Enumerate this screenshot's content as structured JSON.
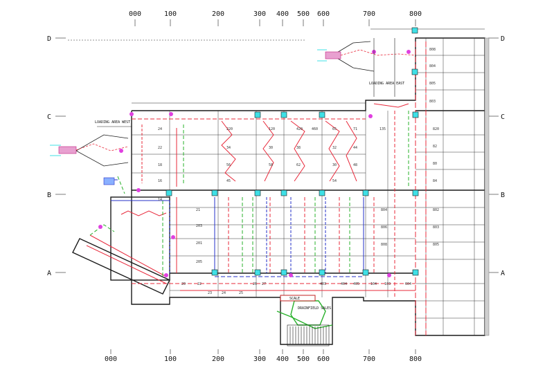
{
  "grid": {
    "columns": [
      "000",
      "100",
      "200",
      "300",
      "400",
      "500",
      "600",
      "700",
      "800"
    ],
    "rows": [
      "D",
      "C",
      "B",
      "A"
    ]
  },
  "areas": {
    "west": "LOADING AREA WEST",
    "east": "LOADING AREA EAST",
    "central": "DRAINFIELD SALES",
    "scale": "SCALE"
  },
  "rooms": {
    "west_block": [
      "24",
      "22",
      "18",
      "16",
      "14",
      "21",
      "203",
      "201",
      "205"
    ],
    "center_block": [
      "220",
      "120",
      "420",
      "460",
      "65",
      "71",
      "135",
      "34",
      "30",
      "38",
      "32",
      "44",
      "56",
      "58",
      "62",
      "30",
      "48",
      "45",
      "54"
    ],
    "east_block": [
      "820",
      "82",
      "80",
      "84",
      "804",
      "806",
      "808",
      "802",
      "803",
      "805"
    ],
    "south_strip": [
      "20",
      "22",
      "23",
      "24",
      "25",
      "26",
      "27",
      "403",
      "404",
      "405",
      "104",
      "103",
      "604"
    ],
    "north_east": [
      "808",
      "804",
      "805",
      "803"
    ]
  },
  "colors": {
    "wall": "#1a1a1a",
    "red_line": "#e8283a",
    "green_line": "#27b02a",
    "blue_line": "#2530c8",
    "cyan_fill": "#3fe0e6",
    "magenta": "#e040e0",
    "dock": "#e8407a",
    "gray": "#b8b8b8"
  }
}
